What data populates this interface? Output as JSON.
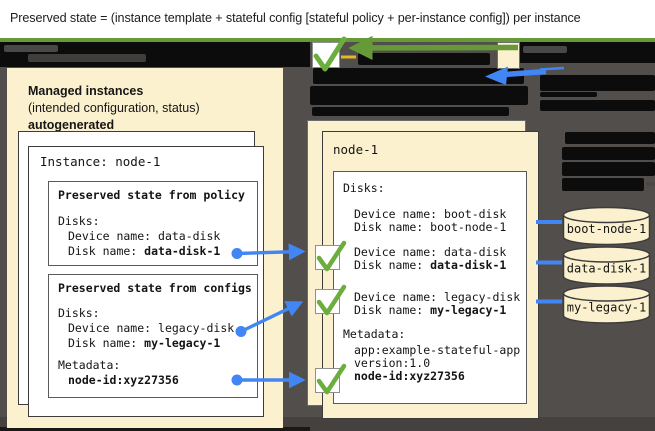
{
  "banner": {
    "formula": "Preserved state = (instance template + stateful config [stateful policy + per-instance config]) per instance"
  },
  "left_panel": {
    "title": "Managed instances",
    "subtitle": "(intended configuration, status)",
    "autogenerated": "autogenerated",
    "instance_card": {
      "title": "Instance: node-1",
      "policy_box": {
        "title": "Preserved state from policy",
        "disks_label": "Disks:",
        "device_label": "Device name: ",
        "device_value": "data-disk",
        "disk_label": "Disk name: ",
        "disk_value": "data-disk-1"
      },
      "configs_box": {
        "title": "Preserved state from configs",
        "disks_label": "Disks:",
        "device_label": "Device name: ",
        "device_value": "legacy-disk",
        "disk_label": "Disk name: ",
        "disk_value": "my-legacy-1",
        "metadata_label": "Metadata:",
        "metadata_value": "node-id:xyz27356"
      }
    }
  },
  "vm_panel": {
    "title": "node-1",
    "disks_label": "Disks:",
    "disk_rows": [
      {
        "device_label": "Device name: ",
        "device": "boot-disk",
        "disk_label": "Disk name: ",
        "disk": "boot-node-1"
      },
      {
        "device_label": "Device name: ",
        "device": "data-disk",
        "disk_label": "Disk name: ",
        "disk": "data-disk-1"
      },
      {
        "device_label": "Device name: ",
        "device": "legacy-disk",
        "disk_label": "Disk name: ",
        "disk": "my-legacy-1"
      }
    ],
    "metadata_label": "Metadata:",
    "metadata_line1": "app:example-stateful-app",
    "metadata_line2": "version:1.0",
    "metadata_bold": "node-id:xyz27356"
  },
  "volumes": [
    {
      "label": "boot-node-1"
    },
    {
      "label": "data-disk-1"
    },
    {
      "label": "my-legacy-1"
    }
  ],
  "colors": {
    "panel_cream": "#FCF1CE",
    "background_gray": "#524E4B",
    "accent_blue": "#4285F4",
    "check_green": "#6CAE3E",
    "arrow_green": "#669A38",
    "highlight_yellow": "#E3B725",
    "redaction_black": "#0C0C0C"
  }
}
